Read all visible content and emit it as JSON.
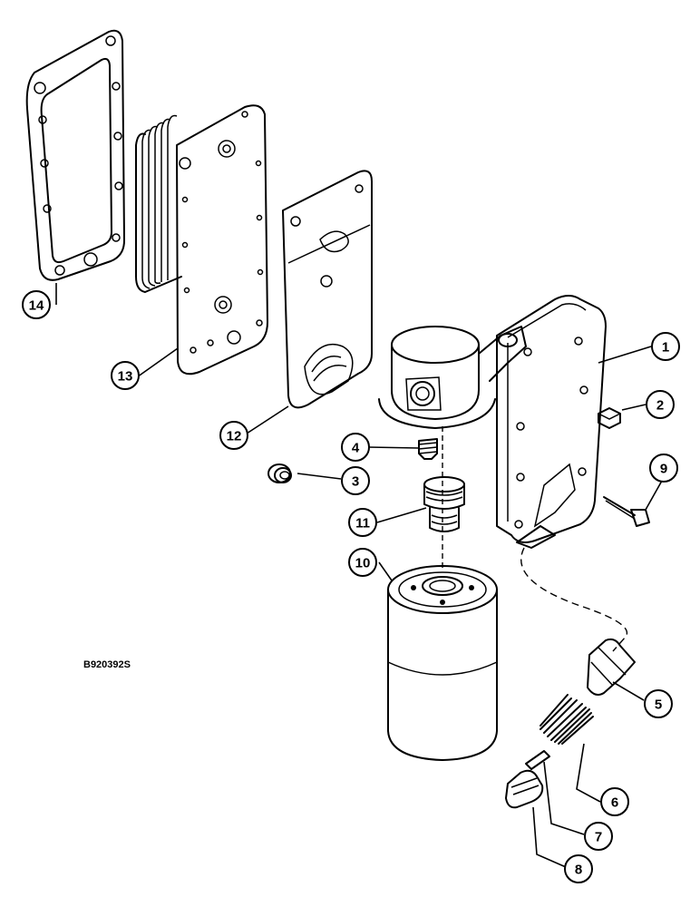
{
  "figure_code": "B920392S",
  "callouts": [
    {
      "label": "1"
    },
    {
      "label": "2"
    },
    {
      "label": "3"
    },
    {
      "label": "4"
    },
    {
      "label": "5"
    },
    {
      "label": "6"
    },
    {
      "label": "7"
    },
    {
      "label": "8"
    },
    {
      "label": "9"
    },
    {
      "label": "10"
    },
    {
      "label": "11"
    },
    {
      "label": "12"
    },
    {
      "label": "13"
    },
    {
      "label": "14"
    }
  ]
}
